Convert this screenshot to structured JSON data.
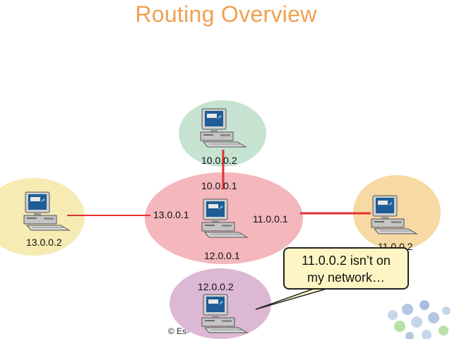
{
  "title": "Routing Overview",
  "colors": {
    "title": "#f0a050",
    "link": "#e53030",
    "net_10": "#c6e3d2",
    "net_13": "#f5ebb3",
    "net_router": "#f3b7bc",
    "net_11": "#f7d9a3",
    "net_12": "#dcb8d4",
    "bubble_fill": "#fdf6c4"
  },
  "nodes": {
    "top_host": {
      "ip": "10.0.0.2",
      "icon": "desktop-computer-icon"
    },
    "left_host": {
      "ip": "13.0.0.2",
      "icon": "desktop-computer-icon"
    },
    "right_host": {
      "ip": "11.0.0.2",
      "icon": "desktop-computer-icon"
    },
    "bottom_host": {
      "ip": "12.0.0.2",
      "icon": "desktop-computer-icon"
    },
    "router": {
      "icon": "desktop-computer-icon",
      "interfaces": {
        "top": "10.0.0.1",
        "left": "13.0.0.1",
        "right": "11.0.0.1",
        "bottom": "12.0.0.1"
      }
    }
  },
  "callout": {
    "line1": "11.0.0.2 isn’t on",
    "line2": "my network…"
  },
  "footer": "© Es-"
}
